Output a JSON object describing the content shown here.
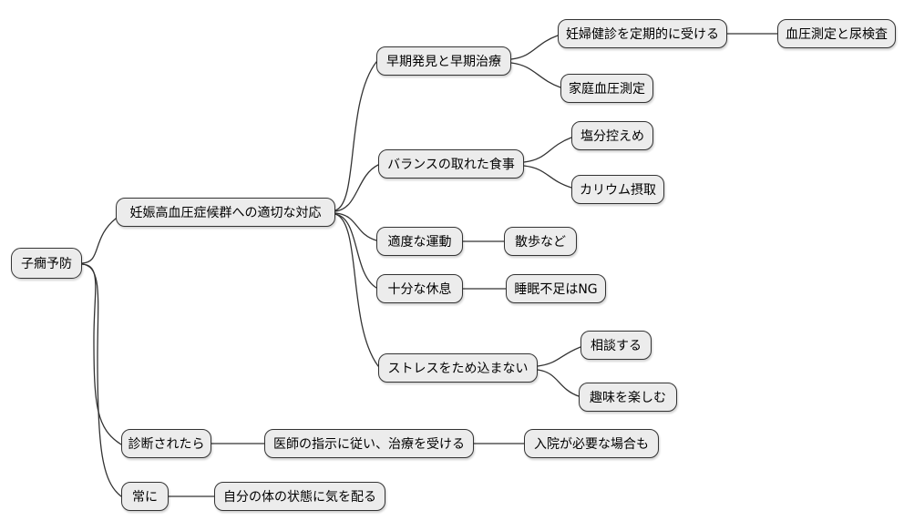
{
  "diagram_type": "mindmap",
  "colors": {
    "background": "#ffffff",
    "node_fill": "#ececec",
    "node_border": "#333333",
    "edge_color": "#333333",
    "text_color": "#000000"
  },
  "mindmap": {
    "root": {
      "label": "子癇予防",
      "children": [
        {
          "label": "妊娠高血圧症候群への適切な対応",
          "children": [
            {
              "label": "早期発見と早期治療",
              "children": [
                {
                  "label": "妊婦健診を定期的に受ける",
                  "children": [
                    {
                      "label": "血圧測定と尿検査",
                      "children": []
                    }
                  ]
                },
                {
                  "label": "家庭血圧測定",
                  "children": []
                }
              ]
            },
            {
              "label": "バランスの取れた食事",
              "children": [
                {
                  "label": "塩分控えめ",
                  "children": []
                },
                {
                  "label": "カリウム摂取",
                  "children": []
                }
              ]
            },
            {
              "label": "適度な運動",
              "children": [
                {
                  "label": "散歩など",
                  "children": []
                }
              ]
            },
            {
              "label": "十分な休息",
              "children": [
                {
                  "label": "睡眠不足はNG",
                  "children": []
                }
              ]
            },
            {
              "label": "ストレスをため込まない",
              "children": [
                {
                  "label": "相談する",
                  "children": []
                },
                {
                  "label": "趣味を楽しむ",
                  "children": []
                }
              ]
            }
          ]
        },
        {
          "label": "診断されたら",
          "children": [
            {
              "label": "医師の指示に従い、治療を受ける",
              "children": [
                {
                  "label": "入院が必要な場合も",
                  "children": []
                }
              ]
            }
          ]
        },
        {
          "label": "常に",
          "children": [
            {
              "label": "自分の体の状態に気を配る",
              "children": []
            }
          ]
        }
      ]
    }
  }
}
